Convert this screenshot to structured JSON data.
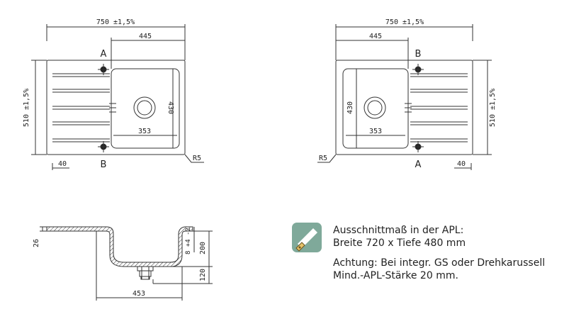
{
  "colors": {
    "line": "#333333",
    "accent": "#7fa99a"
  },
  "top_left": {
    "width": "750 ±1,5%",
    "depth": "510 ±1,5%",
    "bowl_offset": "445",
    "bowl_width": "353",
    "bowl_depth": "430",
    "edge": "40",
    "radius": "R5",
    "label_a": "A",
    "label_b": "B"
  },
  "top_right": {
    "width": "750 ±1,5%",
    "depth": "510 ±1,5%",
    "bowl_offset": "445",
    "bowl_width": "353",
    "bowl_depth": "430",
    "edge": "40",
    "radius": "R5",
    "label_a": "A",
    "label_b": "B"
  },
  "section": {
    "rim": "26",
    "bowl_width": "453",
    "total_height": "200",
    "drain_height": "120",
    "tolerance": "8 +4 -2"
  },
  "notes": {
    "icon": "saw-icon",
    "line1": "Ausschnittmaß in der APL:",
    "line2": "Breite 720 x Tiefe 480 mm",
    "line3": "Achtung: Bei integr. GS oder Drehkarussell",
    "line4": "Mind.-APL-Stärke 20 mm."
  }
}
